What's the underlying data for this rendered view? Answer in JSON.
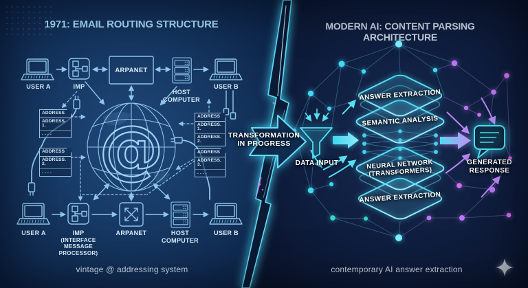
{
  "left_panel": {
    "title": "1971: EMAIL ROUTING STRUCTURE",
    "caption": "vintage @ addressing system",
    "center_symbol": "@",
    "top_row": {
      "user_a": "USER A",
      "imp": "IMP",
      "arpanet": "ARPANET",
      "host_computer": "HOST COMPUTER",
      "user_b": "USER B"
    },
    "bottom_row": {
      "user_a": "USER A",
      "imp": "IMP",
      "imp_sub": "(INTERFACE MESSAGE PROCESSOR)",
      "arpanet": "ARPANET",
      "host_computer": "HOST COMPUTER",
      "user_b": "USER B"
    },
    "address_docs": [
      {
        "header": "ADDRESS",
        "lines": [
          "ADDRESS. 1.",
          ". . . ."
        ]
      },
      {
        "header": "ADDRESS",
        "lines": [
          "ADDRESS. 2.",
          ". . . ."
        ]
      },
      {
        "header": "ADDRESS",
        "lines": [
          "ADDRESS. 1.",
          "ADDRESS. 2."
        ]
      },
      {
        "header": "ADDRESS",
        "lines": [
          "ADDRESS. 3.",
          ". . . ."
        ]
      }
    ]
  },
  "divider": {
    "label": "TRANSFORMATION IN PROGRESS"
  },
  "right_panel": {
    "title": "MODERN AI: CONTENT PARSING ARCHITECTURE",
    "caption": "contemporary AI answer extraction",
    "data_input_label": "DATA INPUT",
    "generated_response_label": "GENERATED RESPONSE",
    "layers": [
      {
        "label": "ANSWER EXTRACTION"
      },
      {
        "label": "SEMANTIC ANALYSIS"
      },
      {
        "label": "NEURAL NETWORK (TRANSFORMERS)"
      },
      {
        "label": "ANSWER EXTRACTION"
      }
    ]
  },
  "icons": {
    "laptop": "laptop-terminal-icon",
    "imp": "imp-router-icon",
    "server": "host-server-icon",
    "network_x": "arpanet-switch-icon",
    "globe": "globe-at-icon",
    "funnel": "data-funnel-icon",
    "speech_bubble": "response-bubble-icon",
    "bolt": "lightning-divider-icon",
    "sparkle": "sparkle-icon"
  },
  "colors": {
    "cyan": "#45dcf2",
    "purple": "#b678f0",
    "magenta": "#d96ef2",
    "line_blue": "#8fc5ea",
    "title_blue": "#a3d6f2",
    "title_gray": "#c2cdda"
  }
}
